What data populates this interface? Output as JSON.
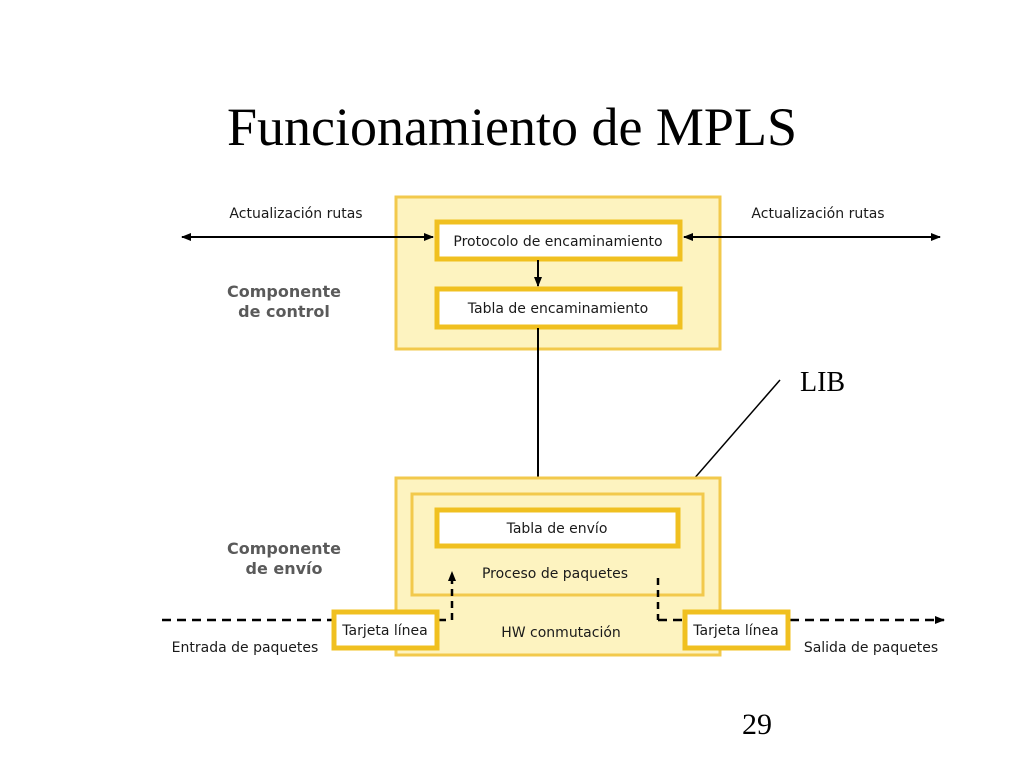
{
  "slide": {
    "title": "Funcionamiento de MPLS",
    "page_number": "29"
  },
  "diagram": {
    "routing_update_left": "Actualización rutas",
    "routing_update_right": "Actualización rutas",
    "routing_protocol": "Protocolo de encaminamiento",
    "routing_table": "Tabla de encaminamiento",
    "control_component_line1": "Componente",
    "control_component_line2": "de control",
    "lib_label": "LIB",
    "forwarding_table": "Tabla de envío",
    "packet_processing": "Proceso de paquetes",
    "forwarding_component_line1": "Componente",
    "forwarding_component_line2": "de envío",
    "line_card_left": "Tarjeta línea",
    "line_card_right": "Tarjeta línea",
    "switching_hw": "HW conmutación",
    "packet_input": "Entrada de paquetes",
    "packet_output": "Salida de paquetes",
    "colors": {
      "panel_fill": "#fdf3c0",
      "panel_border": "#f2c94c",
      "box_border": "#f0c020",
      "box_fill": "#ffffff",
      "line": "#000000"
    }
  }
}
